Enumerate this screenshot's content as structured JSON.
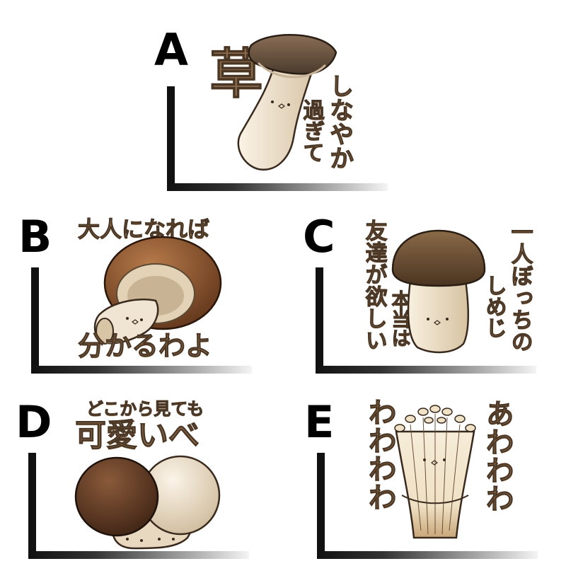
{
  "panels": [
    {
      "letter": "A",
      "texts": {
        "big": "草",
        "col1": "過ぎて",
        "col2": "しなやか"
      }
    },
    {
      "letter": "B",
      "texts": {
        "top": "大人になれば",
        "bottom": "分かるわよ"
      }
    },
    {
      "letter": "C",
      "texts": {
        "col1": "友達が欲しい",
        "col2": "本当は",
        "col3": "しめじ",
        "col4": "一人ぼっちの"
      }
    },
    {
      "letter": "D",
      "texts": {
        "top": "どこから見ても",
        "big": "可愛いべ"
      }
    },
    {
      "letter": "E",
      "texts": {
        "left": "わわわわ",
        "right": "あわわわ"
      }
    }
  ],
  "colors": {
    "text_fill": "#8a6a4a",
    "text_outline": "#4a3624",
    "bracket": "#111111"
  }
}
